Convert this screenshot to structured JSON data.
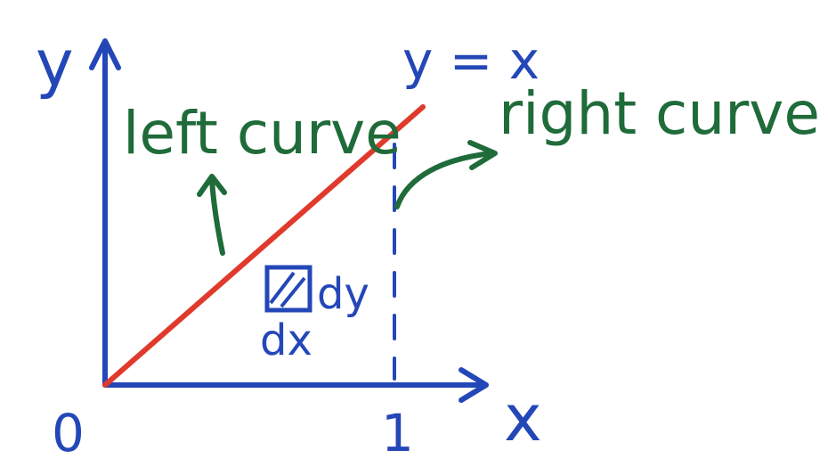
{
  "colors": {
    "axis": "#2447b8",
    "line": "#e03a2c",
    "label_green": "#1f6b3a",
    "background": "#ffffff"
  },
  "labels": {
    "y_axis": "y",
    "x_axis": "x",
    "origin": "0",
    "one": "1",
    "line_eq": "y = x",
    "left_curve": "left curve",
    "right_curve": "right curve",
    "dy": "dy",
    "dx": "dx"
  },
  "icons": {
    "left_arrow": "curved-arrow-up",
    "right_arrow": "curved-arrow-right"
  }
}
